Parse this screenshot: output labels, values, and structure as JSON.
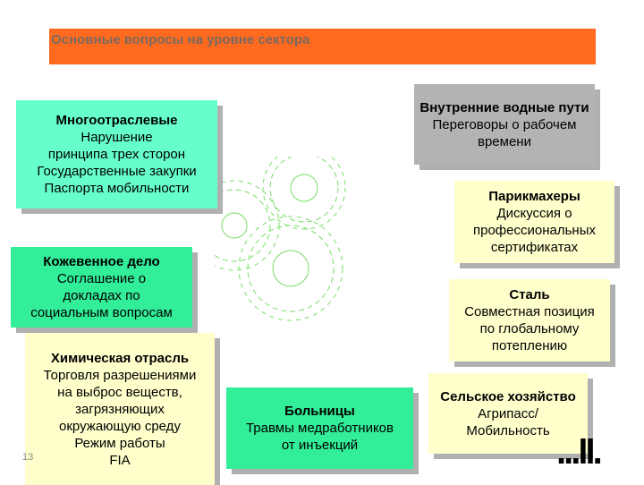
{
  "header": {
    "title": "Основные вопросы на уровне сектора",
    "bg_color": "#ff6a1e"
  },
  "boxes": [
    {
      "id": "multisector",
      "title": "Многоотраслевые",
      "lines": [
        "Нарушение",
        "принципа трех сторон",
        "Государственные закупки",
        "Паспорта мобильности"
      ],
      "color": "#66ffcc"
    },
    {
      "id": "waterways",
      "title": "Внутренние водные пути",
      "lines": [
        "Переговоры о рабочем",
        "времени"
      ],
      "color": "#b3b3b3"
    },
    {
      "id": "hairdressers",
      "title": "Парикмахеры",
      "lines": [
        "Дискуссия о",
        "профессиональных",
        "сертификатах"
      ],
      "color": "#ffffcc"
    },
    {
      "id": "leather",
      "title": "Кожевенное дело",
      "lines": [
        "Соглашение о",
        "докладах по",
        "социальным вопросам"
      ],
      "color": "#33ee99"
    },
    {
      "id": "steel",
      "title": "Сталь",
      "lines": [
        "Совместная позиция",
        "по глобальному",
        "потеплению"
      ],
      "color": "#ffffcc"
    },
    {
      "id": "chemical",
      "title": "Химическая отрасль",
      "lines": [
        "Торговля разрешениями",
        "на выброс веществ,",
        "загрязняющих",
        "окружающую среду",
        "Режим работы",
        "FIA"
      ],
      "color": "#ffffcc"
    },
    {
      "id": "hospitals",
      "title": "Больницы",
      "lines": [
        "Травмы медработников",
        "от инъекций"
      ],
      "color": "#33ee99"
    },
    {
      "id": "agriculture",
      "title": "Сельское хозяйство",
      "lines": [
        "Агрипасс/",
        "Мобильность"
      ],
      "color": "#ffffcc"
    }
  ],
  "footer": {
    "page_number": "13",
    "logo_text": "...ll."
  }
}
